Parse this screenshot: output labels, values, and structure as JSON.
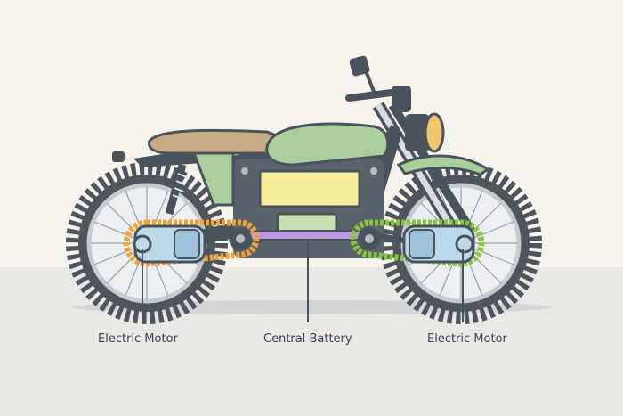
{
  "labels": {
    "rear_motor": "Electric Motor",
    "battery": "Central Battery",
    "front_motor": "Electric Motor"
  },
  "colors": {
    "background": "#f6f3ed",
    "floor": "#e9e8e5",
    "frame": "#4a525c",
    "tank_green": "#a9cf9c",
    "seat": "#c8ab86",
    "battery_yellow": "#f6ec9a",
    "battery_green": "#c8e0b0",
    "motor_blue": "#bcd9ec",
    "rear_chain": "#f0a23b",
    "front_chain": "#86c73f",
    "drive_bar": "#b99be0",
    "tire": "#4f555c",
    "rim": "#c6cbd0",
    "leader_line": "#4a525c"
  }
}
